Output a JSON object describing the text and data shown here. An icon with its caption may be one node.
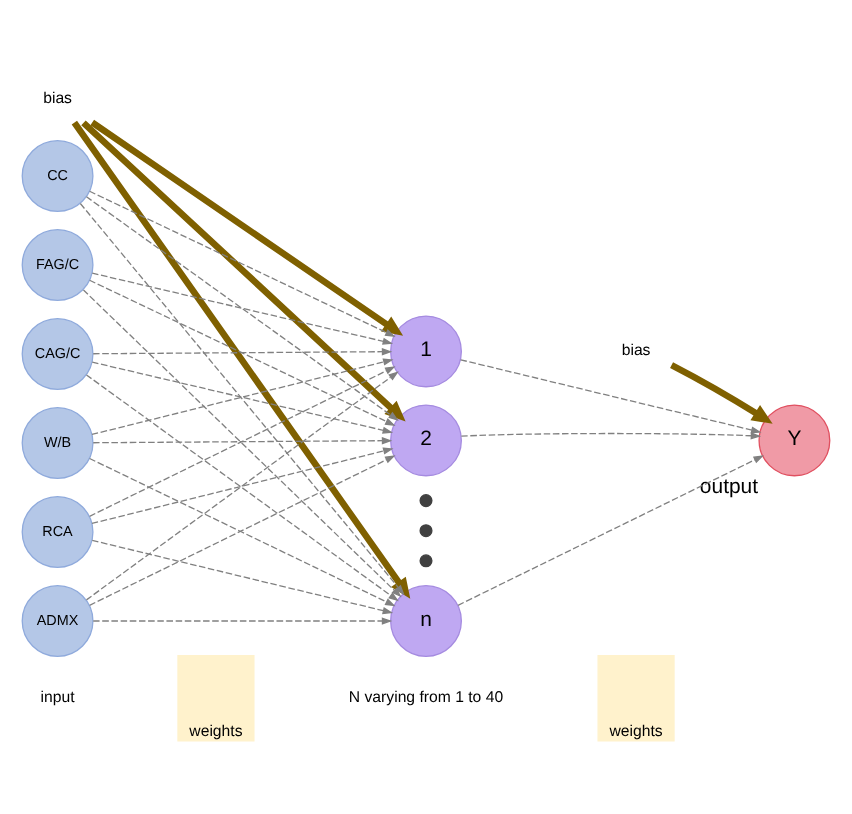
{
  "diagram": {
    "nodes": [
      {
        "text": [
          "bias"
        ]
      },
      {
        "text": [
          "CC"
        ]
      },
      {
        "text": [
          "FAG/C"
        ]
      },
      {
        "text": [
          "CAG/C"
        ]
      },
      {
        "text": [
          "W/B"
        ]
      },
      {
        "text": [
          "RCA"
        ]
      },
      {
        "text": [
          "ADMX"
        ]
      },
      {
        "text": [
          "weights"
        ]
      },
      {
        "text": [
          "1"
        ]
      },
      {
        "text": [
          "2"
        ]
      },
      {
        "text": [],
        "shape": "circle"
      },
      {
        "text": [],
        "shape": "circle"
      },
      {
        "text": [],
        "shape": "circle"
      },
      {
        "text": [
          "n"
        ]
      },
      {
        "text": [
          "bias"
        ]
      },
      {
        "text": [
          "weights"
        ]
      },
      {
        "text": [
          "Y"
        ],
        "beside": [
          "output"
        ]
      }
    ],
    "edges": [
      {
        "from": 1,
        "to": 8,
        "arrow": "to",
        "style": "dashed"
      },
      {
        "from": 1,
        "to": 9,
        "arrow": "to",
        "style": "dashed"
      },
      {
        "from": 1,
        "to": 13,
        "arrow": "to",
        "style": "dashed"
      },
      {
        "from": 2,
        "to": 8,
        "arrow": "to",
        "style": "dashed"
      },
      {
        "from": 2,
        "to": 9,
        "arrow": "to",
        "style": "dashed"
      },
      {
        "from": 2,
        "to": 13,
        "arrow": "to",
        "style": "dashed"
      },
      {
        "from": 3,
        "to": 8,
        "arrow": "to",
        "style": "dashed"
      },
      {
        "from": 3,
        "to": 9,
        "arrow": "to",
        "style": "dashed"
      },
      {
        "from": 3,
        "to": 13,
        "arrow": "to",
        "style": "dashed"
      },
      {
        "from": 4,
        "to": 8,
        "arrow": "to",
        "style": "dashed"
      },
      {
        "from": 4,
        "to": 9,
        "arrow": "to",
        "style": "dashed"
      },
      {
        "from": 4,
        "to": 13,
        "arrow": "to",
        "style": "dashed"
      },
      {
        "from": 5,
        "to": 8,
        "arrow": "to",
        "style": "dashed"
      },
      {
        "from": 5,
        "to": 9,
        "arrow": "to",
        "style": "dashed"
      },
      {
        "from": 5,
        "to": 13,
        "arrow": "to",
        "style": "dashed"
      },
      {
        "from": 6,
        "to": 8,
        "arrow": "to",
        "style": "dashed"
      },
      {
        "from": 6,
        "to": 9,
        "arrow": "to",
        "style": "dashed"
      },
      {
        "from": 6,
        "to": 13,
        "arrow": "to",
        "style": "dashed"
      },
      {
        "from": 0,
        "to": 8,
        "arrow": "to",
        "style": "thick",
        "color": "#7f6000"
      },
      {
        "from": 0,
        "to": 9,
        "arrow": "to",
        "style": "thick",
        "color": "#7f6000"
      },
      {
        "from": 0,
        "to": 13,
        "arrow": "to",
        "style": "thick",
        "color": "#7f6000"
      },
      {
        "from": 8,
        "to": 16,
        "arrow": "to",
        "style": "dashed"
      },
      {
        "from": 9,
        "to": 16,
        "arrow": "to",
        "style": "dashed"
      },
      {
        "from": 13,
        "to": 16,
        "arrow": "to",
        "style": "dashed"
      },
      {
        "from": 14,
        "to": 16,
        "arrow": "to",
        "style": "thick",
        "color": "#7f6000"
      }
    ],
    "labels": [
      "input",
      "N varying from 1 to 40"
    ]
  }
}
